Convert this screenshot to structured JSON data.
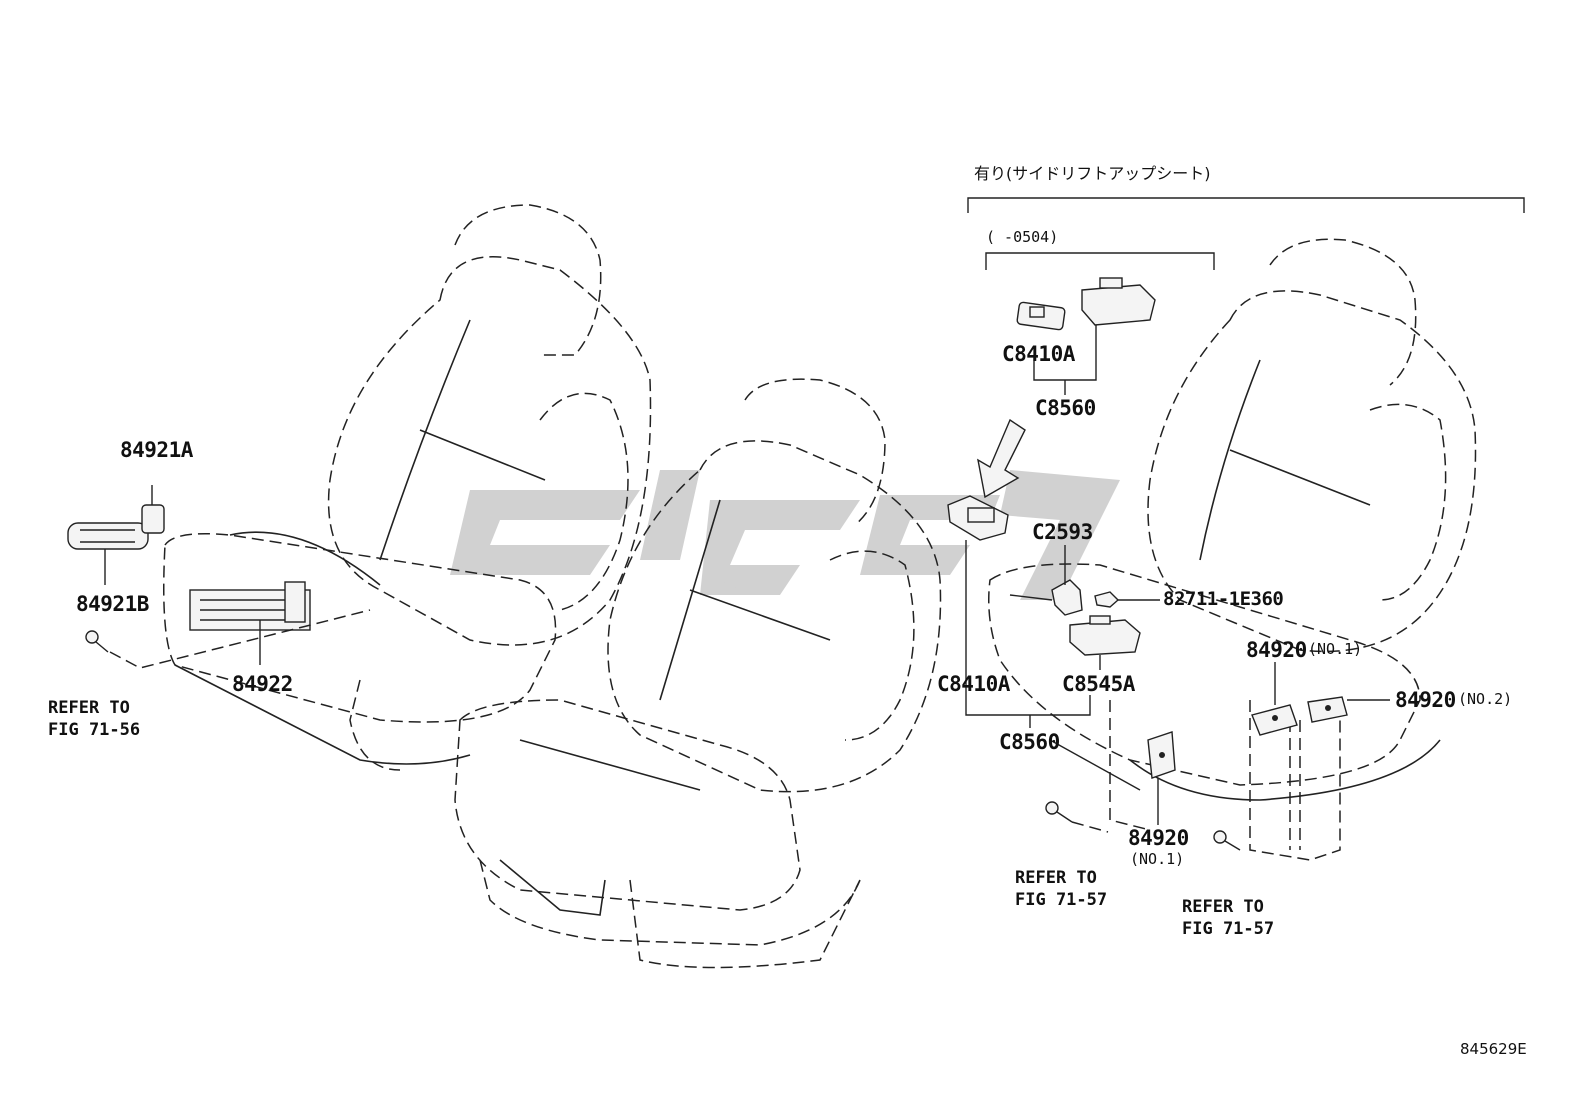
{
  "header": {
    "variant_caption": "有り(サイドリフトアップシート)",
    "date_range": "(      -0504)"
  },
  "labels": {
    "p84921A": "84921A",
    "p84921B": "84921B",
    "p84922": "84922",
    "ref_left": "REFER TO\nFIG 71-56",
    "c8410a_top": "C8410A",
    "c8560_top": "C8560",
    "c2593": "C2593",
    "p82711": "82711-1E360",
    "c8410a_bottom": "C8410A",
    "c8545a": "C8545A",
    "c8560_bottom": "C8560",
    "p84920_no1_right": "84920",
    "no1_right": "(NO.1)",
    "p84920_no2": "84920",
    "no2": "(NO.2)",
    "p84920_no1_bottom": "84920",
    "no1_bottom": "(NO.1)",
    "ref_mid": "REFER TO\nFIG 71-57",
    "ref_right": "REFER TO\nFIG 71-57"
  },
  "footer": {
    "figure_id": "845629E"
  },
  "icons": [
    "seat-outline",
    "switch-icon",
    "bolt-icon",
    "bracket-icon",
    "module-icon",
    "arrow-icon",
    "watermark-logo"
  ]
}
